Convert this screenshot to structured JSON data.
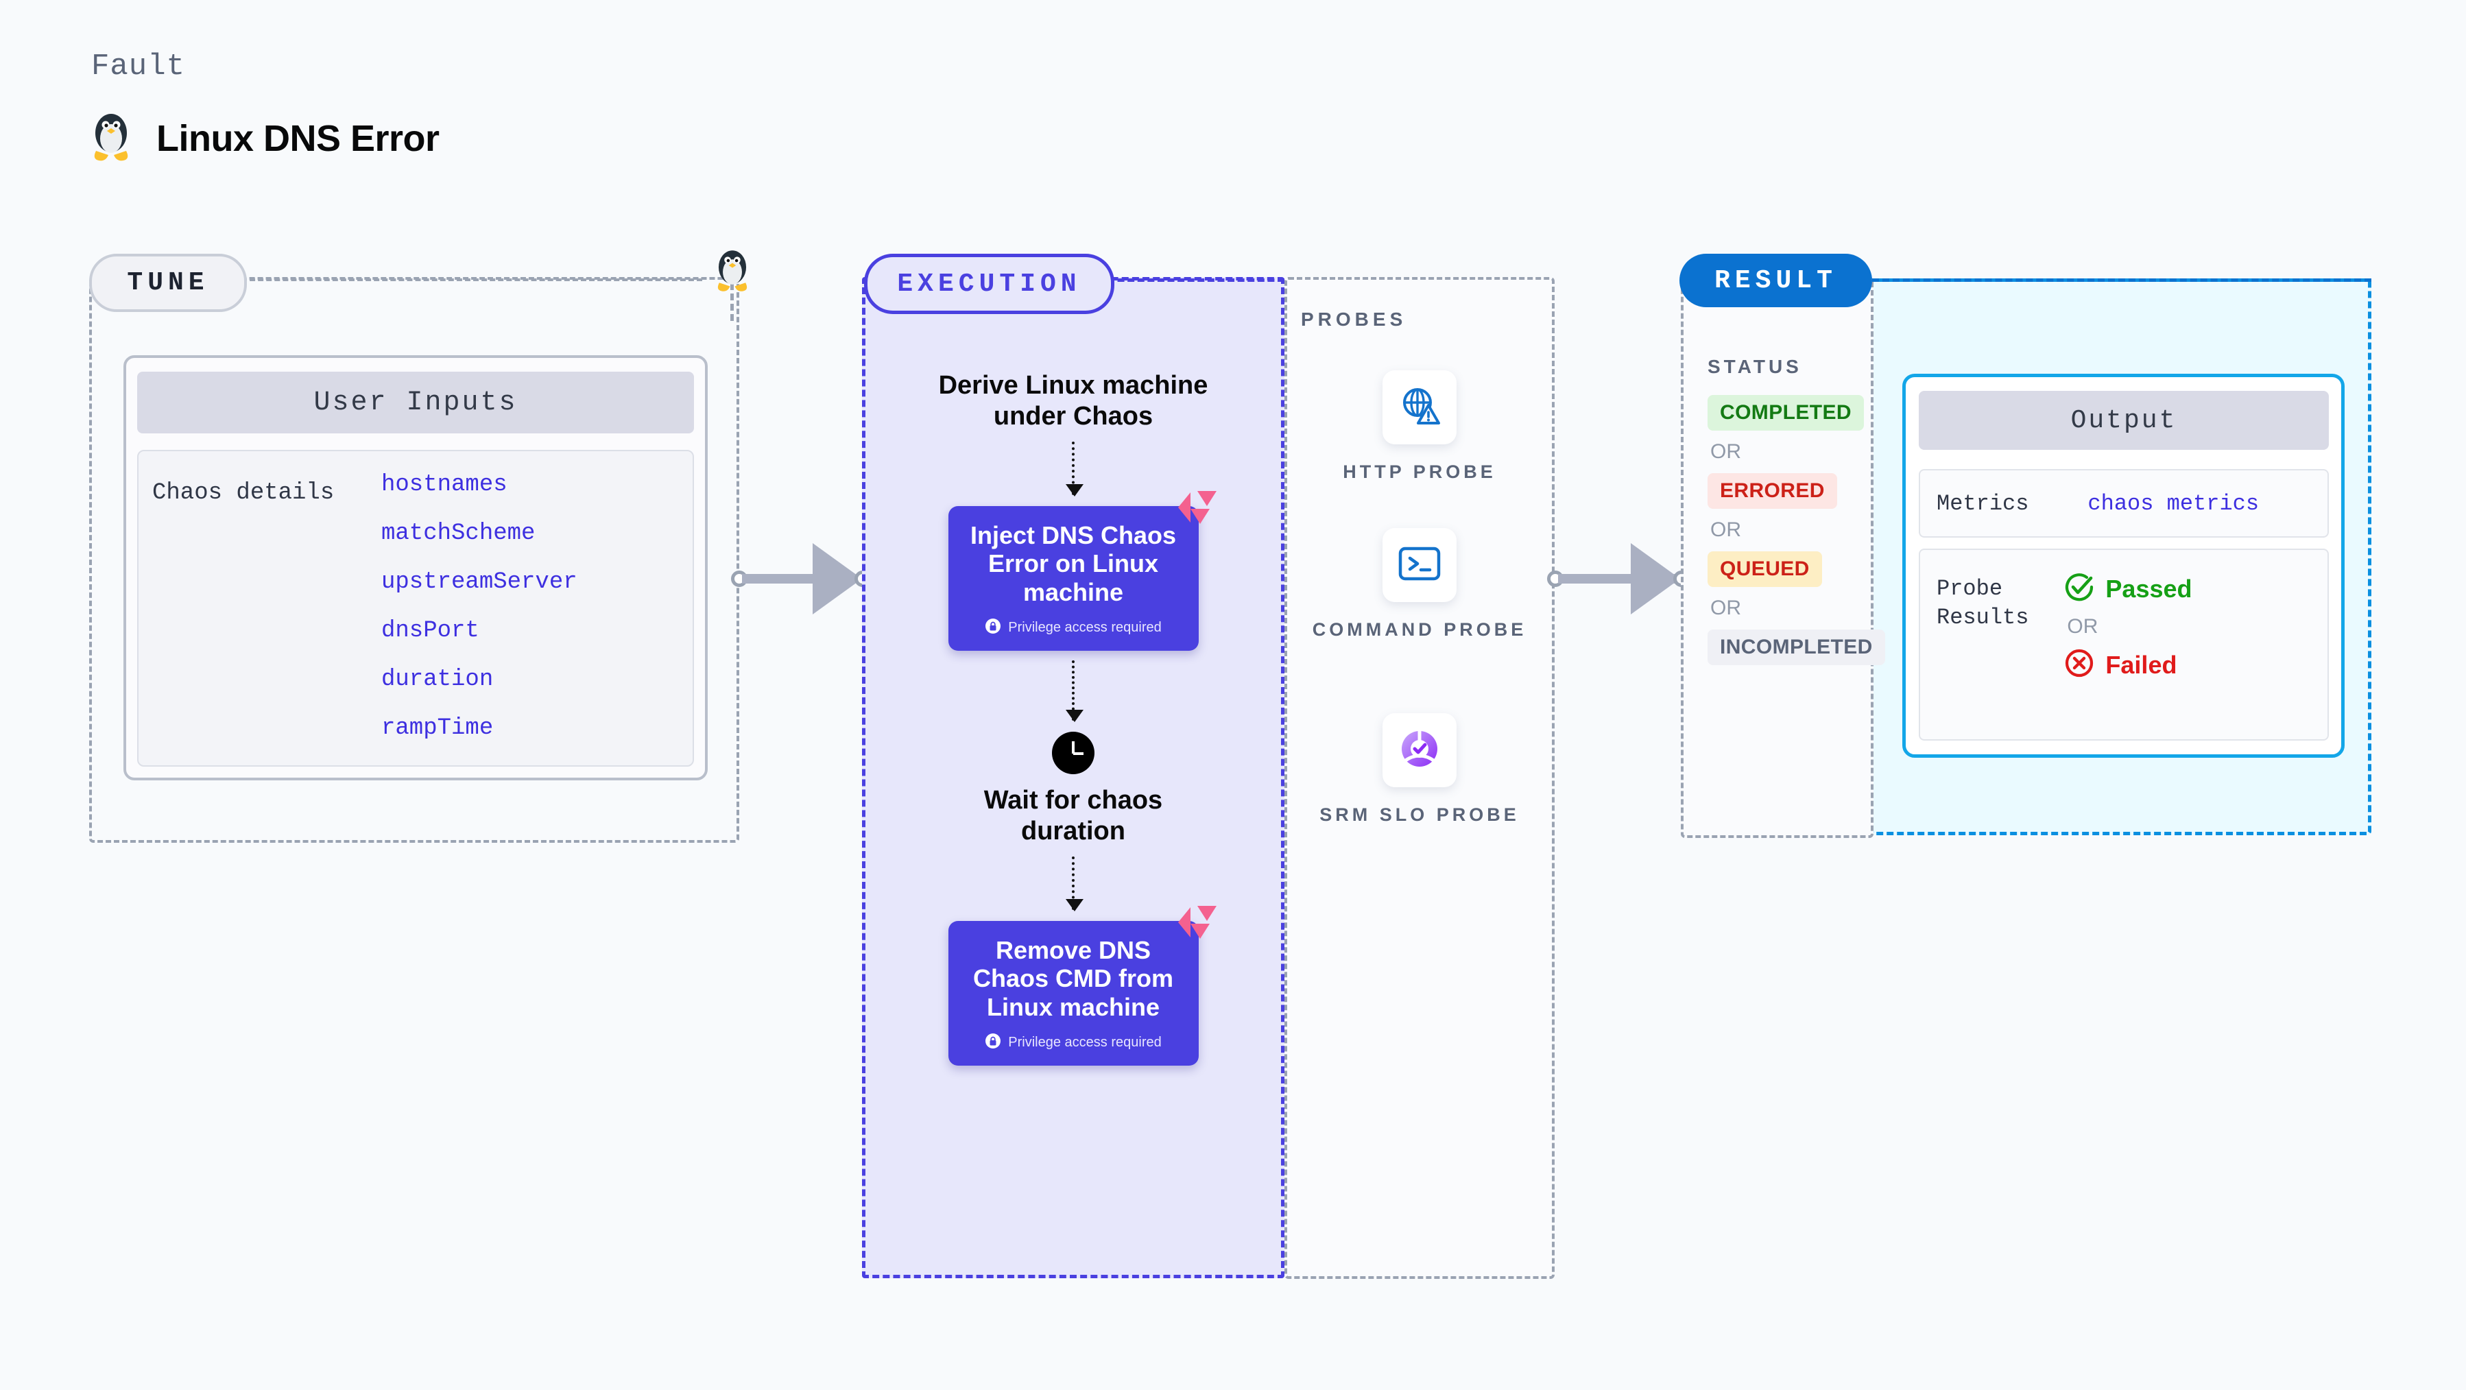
{
  "header": {
    "eyebrow": "Fault",
    "title": "Linux DNS Error",
    "icon": "linux-penguin-icon"
  },
  "tune": {
    "chip_label": "TUNE",
    "card_title": "User Inputs",
    "group_label": "Chaos details",
    "parameters": [
      "hostnames",
      "matchScheme",
      "upstreamServer",
      "dnsPort",
      "duration",
      "rampTime"
    ]
  },
  "execution": {
    "chip_label": "EXECUTION",
    "step1_label": "Derive Linux machine under Chaos",
    "block1_title": "Inject DNS Chaos Error on Linux machine",
    "block1_note": "Privilege access required",
    "wait_label": "Wait for chaos duration",
    "block2_title": "Remove DNS Chaos CMD from Linux machine",
    "block2_note": "Privilege access required"
  },
  "probes": {
    "title": "PROBES",
    "items": [
      {
        "label": "HTTP PROBE",
        "icon": "globe-warning-icon"
      },
      {
        "label": "COMMAND PROBE",
        "icon": "terminal-icon"
      },
      {
        "label": "SRM SLO PROBE",
        "icon": "slo-check-icon"
      }
    ]
  },
  "result": {
    "chip_label": "RESULT",
    "status_title": "STATUS",
    "or_label": "OR",
    "statuses": [
      {
        "label": "COMPLETED",
        "bg": "#dcf5dc",
        "fg": "#137a13"
      },
      {
        "label": "ERRORED",
        "bg": "#fde6e4",
        "fg": "#cc2118"
      },
      {
        "label": "QUEUED",
        "bg": "#fdeec4",
        "fg": "#cc2118"
      },
      {
        "label": "INCOMPLETED",
        "bg": "#eff0f5",
        "fg": "#5a6478"
      }
    ]
  },
  "output": {
    "card_title": "Output",
    "metrics_key": "Metrics",
    "metrics_value": "chaos metrics",
    "probe_key": "Probe\nResults",
    "or_label": "OR",
    "passed_label": "Passed",
    "failed_label": "Failed",
    "passed_color": "#16a016",
    "failed_color": "#e01b1b"
  },
  "colors": {
    "execution_accent": "#4a40e0",
    "result_accent": "#0b72d0",
    "output_accent": "#13a6e8",
    "param_text": "#3d2fe0"
  }
}
